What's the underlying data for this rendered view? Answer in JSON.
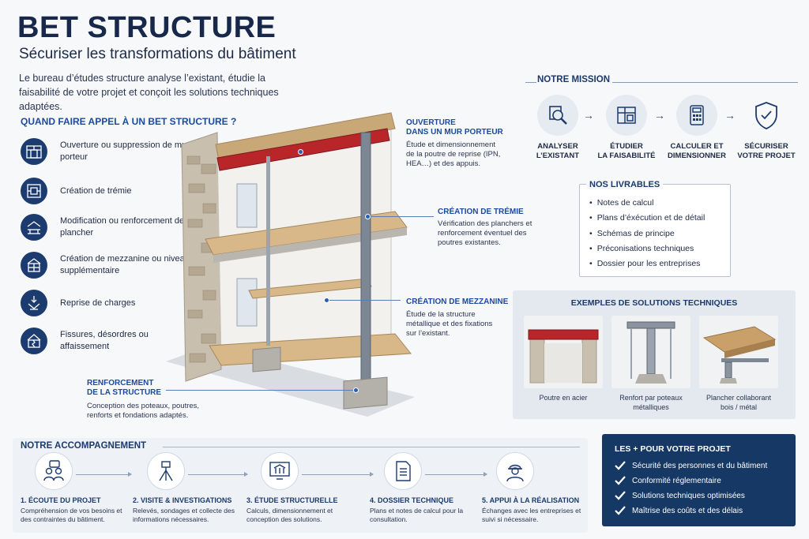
{
  "header": {
    "title": "BET STRUCTURE",
    "subtitle": "Sécuriser les transformations du bâtiment",
    "intro": "Le bureau d’études structure analyse l’existant, étudie la faisabilité de votre projet et conçoit les solutions techniques adaptées."
  },
  "when": {
    "heading": "QUAND FAIRE APPEL À UN BET STRUCTURE ?",
    "items": [
      {
        "label": "Ouverture ou suppression de mur porteur",
        "icon": "wall-opening-icon"
      },
      {
        "label": "Création de trémie",
        "icon": "floor-opening-icon"
      },
      {
        "label": "Modification ou renforcement de plancher",
        "icon": "floor-reinforcement-icon"
      },
      {
        "label": "Création de mezzanine ou niveau supplémentaire",
        "icon": "mezzanine-icon"
      },
      {
        "label": "Reprise de charges",
        "icon": "load-transfer-icon"
      },
      {
        "label": "Fissures, désordres ou affaissement",
        "icon": "cracked-house-icon"
      }
    ]
  },
  "callouts": {
    "ouverture": {
      "title": "OUVERTURE\nDANS UN MUR PORTEUR",
      "text": "Étude et dimensionnement de la poutre de reprise (IPN, HEA…) et des appuis."
    },
    "tremie": {
      "title": "CRÉATION DE TRÉMIE",
      "text": "Vérification des planchers et renforcement éventuel des poutres existantes."
    },
    "mezzanine": {
      "title": "CRÉATION DE MEZZANINE",
      "text": "Étude de la structure métallique et des fixations sur l’existant."
    },
    "renforcement": {
      "title": "RENFORCEMENT\nDE LA STRUCTURE",
      "text": "Conception des poteaux, poutres, renforts et fondations adaptés."
    }
  },
  "mission": {
    "heading": "NOTRE MISSION",
    "steps": [
      {
        "label": "ANALYSER\nL’EXISTANT",
        "icon": "magnifier-plan-icon"
      },
      {
        "label": "ÉTUDIER\nLA FAISABILITÉ",
        "icon": "blueprint-icon"
      },
      {
        "label": "CALCULER ET\nDIMENSIONNER",
        "icon": "calculator-icon"
      },
      {
        "label": "SÉCURISER\nVOTRE PROJET",
        "icon": "shield-check-icon"
      }
    ]
  },
  "livrables": {
    "heading": "NOS LIVRABLES",
    "items": [
      "Notes de calcul",
      "Plans d’éxécution et de détail",
      "Schémas de principe",
      "Préconisations techniques",
      "Dossier pour les entreprises"
    ]
  },
  "examples": {
    "heading": "EXEMPLES DE SOLUTIONS TECHNIQUES",
    "items": [
      {
        "label": "Poutre en acier"
      },
      {
        "label": "Renfort par poteaux métalliques"
      },
      {
        "label": "Plancher collaborant bois / métal"
      }
    ]
  },
  "accompagnement": {
    "heading": "NOTRE ACCOMPAGNEMENT",
    "steps": [
      {
        "title": "1. ÉCOUTE DU PROJET",
        "text": "Compréhension de vos besoins et des contraintes du bâtiment.",
        "icon": "people-speech-icon"
      },
      {
        "title": "2. VISITE & INVESTIGATIONS",
        "text": "Relevés, sondages et collecte des informations nécessaires.",
        "icon": "tripod-survey-icon"
      },
      {
        "title": "3. ÉTUDE STRUCTURELLE",
        "text": "Calculs, dimensionnement et conception des solutions.",
        "icon": "monitor-building-icon"
      },
      {
        "title": "4. DOSSIER TECHNIQUE",
        "text": "Plans et notes de calcul pour la consultation.",
        "icon": "document-icon"
      },
      {
        "title": "5. APPUI À LA RÉALISATION",
        "text": "Échanges avec les entreprises et suivi si nécessaire.",
        "icon": "worker-helmet-icon"
      }
    ]
  },
  "plus": {
    "heading": "LES + POUR VOTRE PROJET",
    "items": [
      "Sécurité des personnes et du bâtiment",
      "Conformité réglementaire",
      "Solutions techniques optimisées",
      "Maîtrise des coûts et des délais"
    ]
  },
  "colors": {
    "navy": "#163864",
    "accent_blue": "#1b4aa0",
    "steel_red": "#b8262a"
  }
}
